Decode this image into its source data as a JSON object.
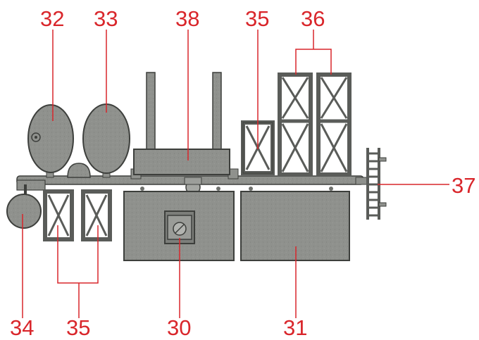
{
  "colors": {
    "label": "#d9262b",
    "leader": "#d9262b",
    "plastic_fill": "#8f918d",
    "plastic_dark": "#6e706c",
    "plastic_light": "#b2b4b0",
    "outline": "#3d3f3c"
  },
  "callouts": {
    "n32": "32",
    "n33": "33",
    "n38": "38",
    "n35_top": "35",
    "n36": "36",
    "n37": "37",
    "n34": "34",
    "n35_bottom": "35",
    "n30": "30",
    "n31": "31"
  }
}
